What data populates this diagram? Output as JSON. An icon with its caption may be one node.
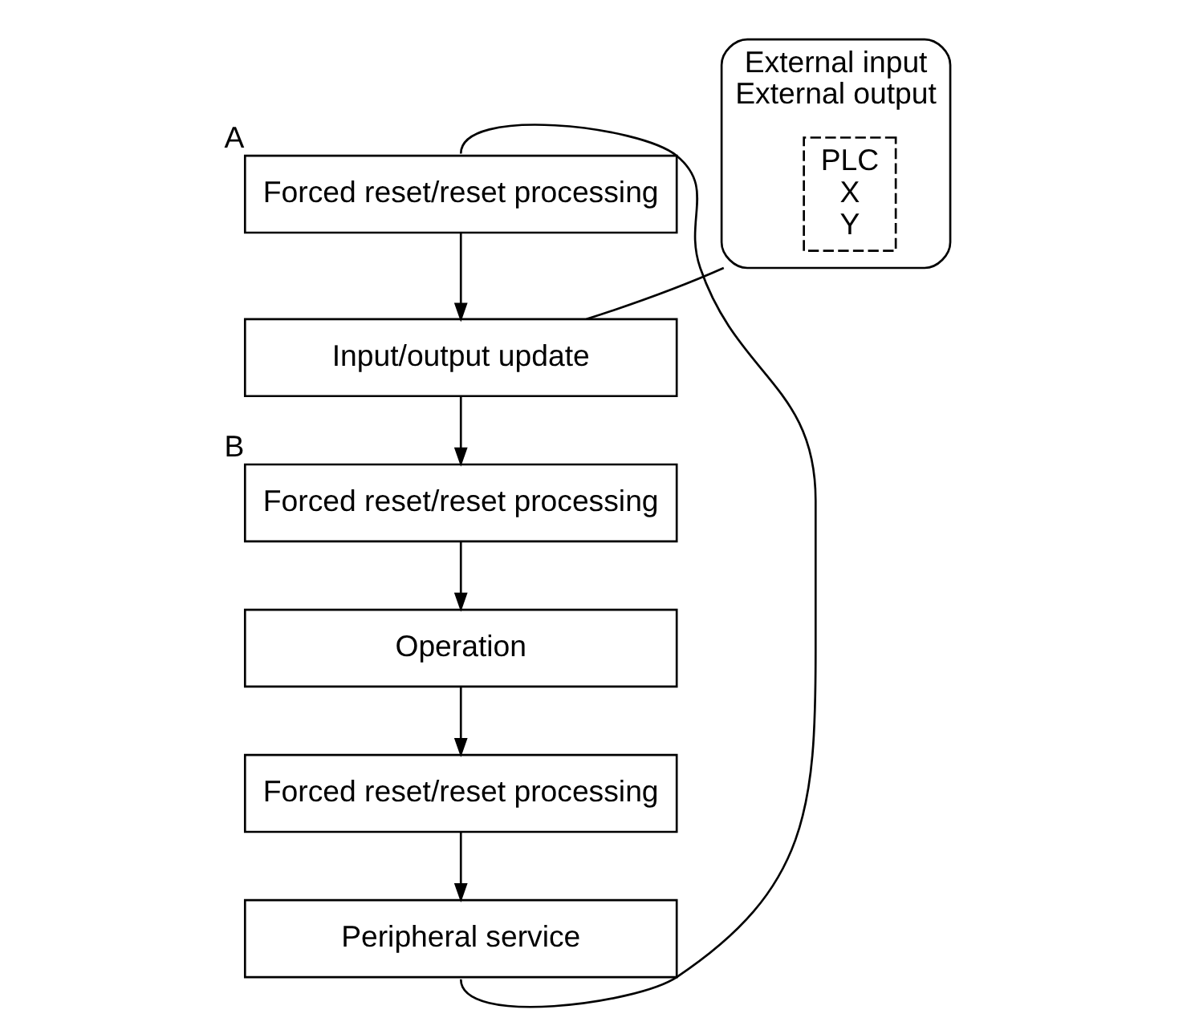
{
  "diagram": {
    "nodes": [
      {
        "text": [
          "Forced reset/reset processing"
        ],
        "beside": [
          "A"
        ]
      },
      {
        "text": [
          "Input/output update"
        ]
      },
      {
        "text": [
          "Forced reset/reset processing"
        ],
        "beside": [
          "B"
        ]
      },
      {
        "text": [
          "Operation"
        ]
      },
      {
        "text": [
          "Forced reset/reset processing"
        ]
      },
      {
        "text": [
          "Peripheral service"
        ]
      },
      {
        "text": [
          "External input",
          "External output"
        ]
      },
      {
        "text": [
          "PLC",
          "X",
          "Y"
        ],
        "in": 6
      }
    ],
    "edges": [
      {
        "from": 0,
        "to": 1,
        "arrow": "to"
      },
      {
        "from": 1,
        "to": 2,
        "arrow": "to"
      },
      {
        "from": 2,
        "to": 3,
        "arrow": "to"
      },
      {
        "from": 3,
        "to": 4,
        "arrow": "to"
      },
      {
        "from": 4,
        "to": 5,
        "arrow": "to"
      },
      {
        "from": 5,
        "to": 0,
        "arrow": "none"
      },
      {
        "from": 6,
        "to": 1,
        "arrow": "none"
      }
    ]
  }
}
